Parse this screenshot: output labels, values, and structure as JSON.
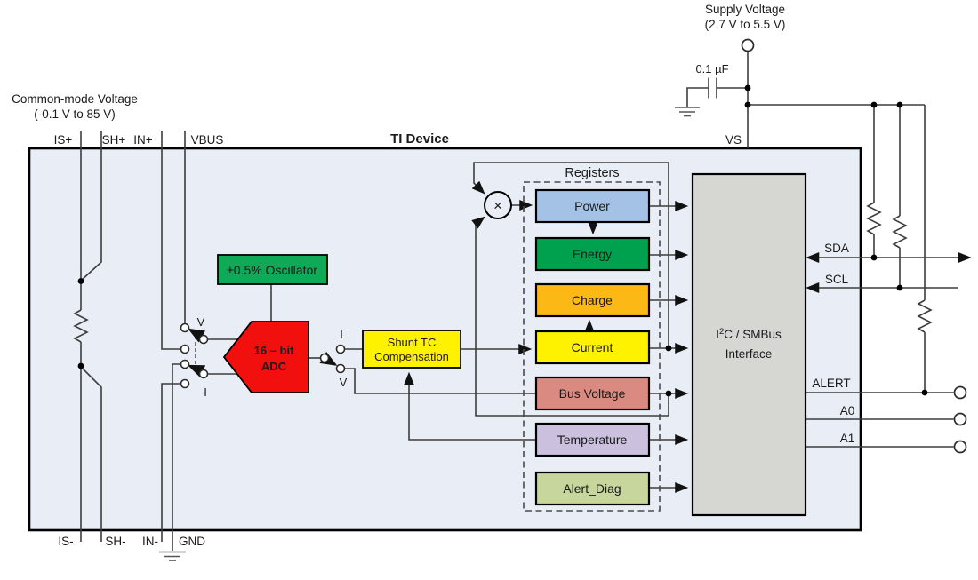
{
  "title": "TI Device",
  "annotations": {
    "common_mode": {
      "line1": "Common-mode Voltage",
      "line2": "(-0.1 V to 85 V)"
    },
    "supply": {
      "line1": "Supply Voltage",
      "line2": "(2.7 V to 5.5 V)"
    },
    "cap_value": "0.1 µF"
  },
  "pins": {
    "top": [
      "IS+",
      "SH+",
      "IN+",
      "VBUS"
    ],
    "vs": "VS",
    "bottom": [
      "IS-",
      "SH-",
      "IN-",
      "GND"
    ],
    "right": [
      "SDA",
      "SCL",
      "ALERT",
      "A0",
      "A1"
    ]
  },
  "switches": {
    "input_v": "V",
    "input_i": "I",
    "output_i": "I",
    "output_v": "V"
  },
  "blocks": {
    "oscillator": {
      "label": "±0.5% Oscillator",
      "color": "#10a958"
    },
    "adc": {
      "line1": "16 – bit",
      "line2": "ADC",
      "color": "#f2100f",
      "text_color": "#7f1417"
    },
    "shunt_tc": {
      "line1": "Shunt TC",
      "line2": "Compensation",
      "color": "#fff200"
    },
    "multiplier": {
      "symbol": "×"
    },
    "interface": {
      "line1_pre": "I",
      "line1_sup": "2",
      "line1_post": "C / SMBus",
      "line2": "Interface",
      "color": "#d6d6d3"
    }
  },
  "registers": {
    "title": "Registers",
    "items": [
      {
        "label": "Power",
        "color": "#a4c2e6"
      },
      {
        "label": "Energy",
        "color": "#00a14e"
      },
      {
        "label": "Charge",
        "color": "#fcb814"
      },
      {
        "label": "Current",
        "color": "#fff200"
      },
      {
        "label": "Bus Voltage",
        "color": "#da8a80"
      },
      {
        "label": "Temperature",
        "color": "#cbc1de"
      },
      {
        "label": "Alert_Diag",
        "color": "#c6d69c"
      }
    ]
  },
  "colors": {
    "device_fill": "#e9eef6",
    "wire": "#3d3d3d"
  }
}
